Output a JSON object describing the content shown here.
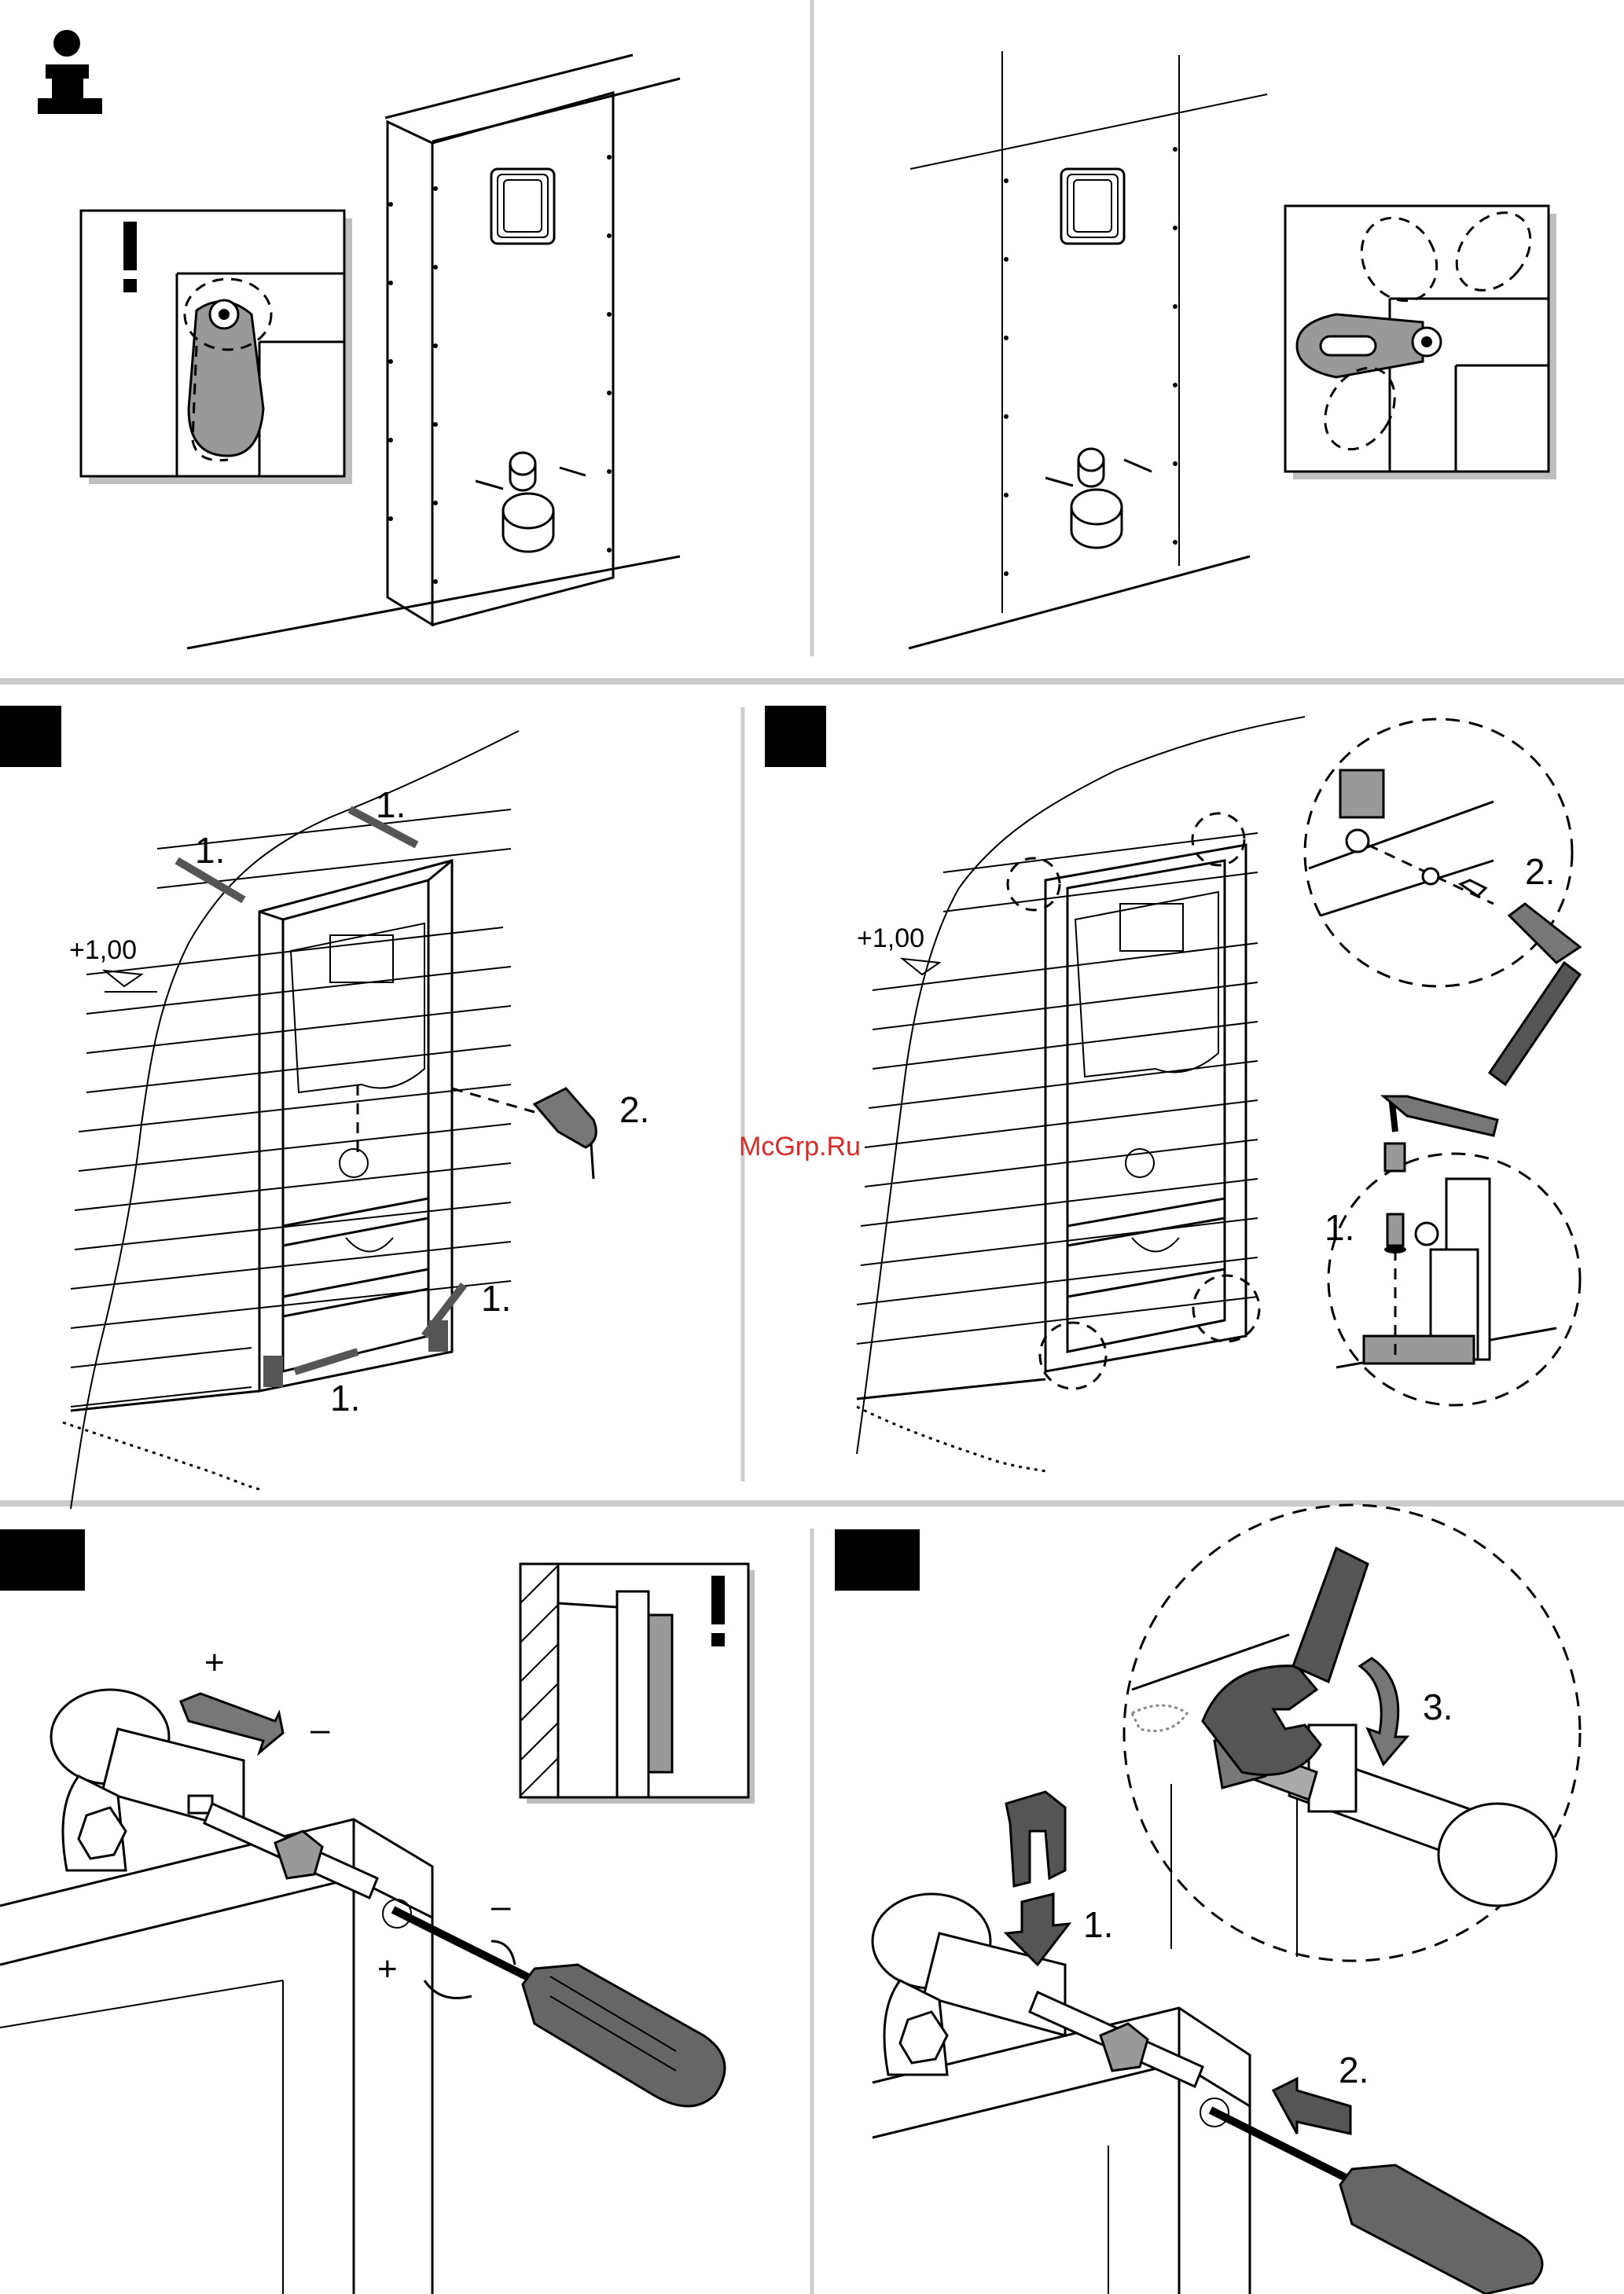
{
  "info_icon": "info-icon",
  "warning_icon": "exclamation-icon",
  "watermark": "McGrp.Ru",
  "height_mark": "+1,00",
  "panel3": {
    "label_top_left": "1.",
    "label_top_right": "1.",
    "label_drill": "2.",
    "label_bottom_right": "1.",
    "label_bottom": "1."
  },
  "panel4": {
    "label_wrench": "2.",
    "label_bolt": "1."
  },
  "panel5": {
    "plus_top": "+",
    "minus_top": "–",
    "minus_screw": "–",
    "plus_screw": "+"
  },
  "panel6": {
    "label_clip": "1.",
    "label_push": "2.",
    "label_rotate": "3."
  },
  "colors": {
    "divider": "#cccccc",
    "watermark": "#d42b2b",
    "line": "#000000"
  }
}
